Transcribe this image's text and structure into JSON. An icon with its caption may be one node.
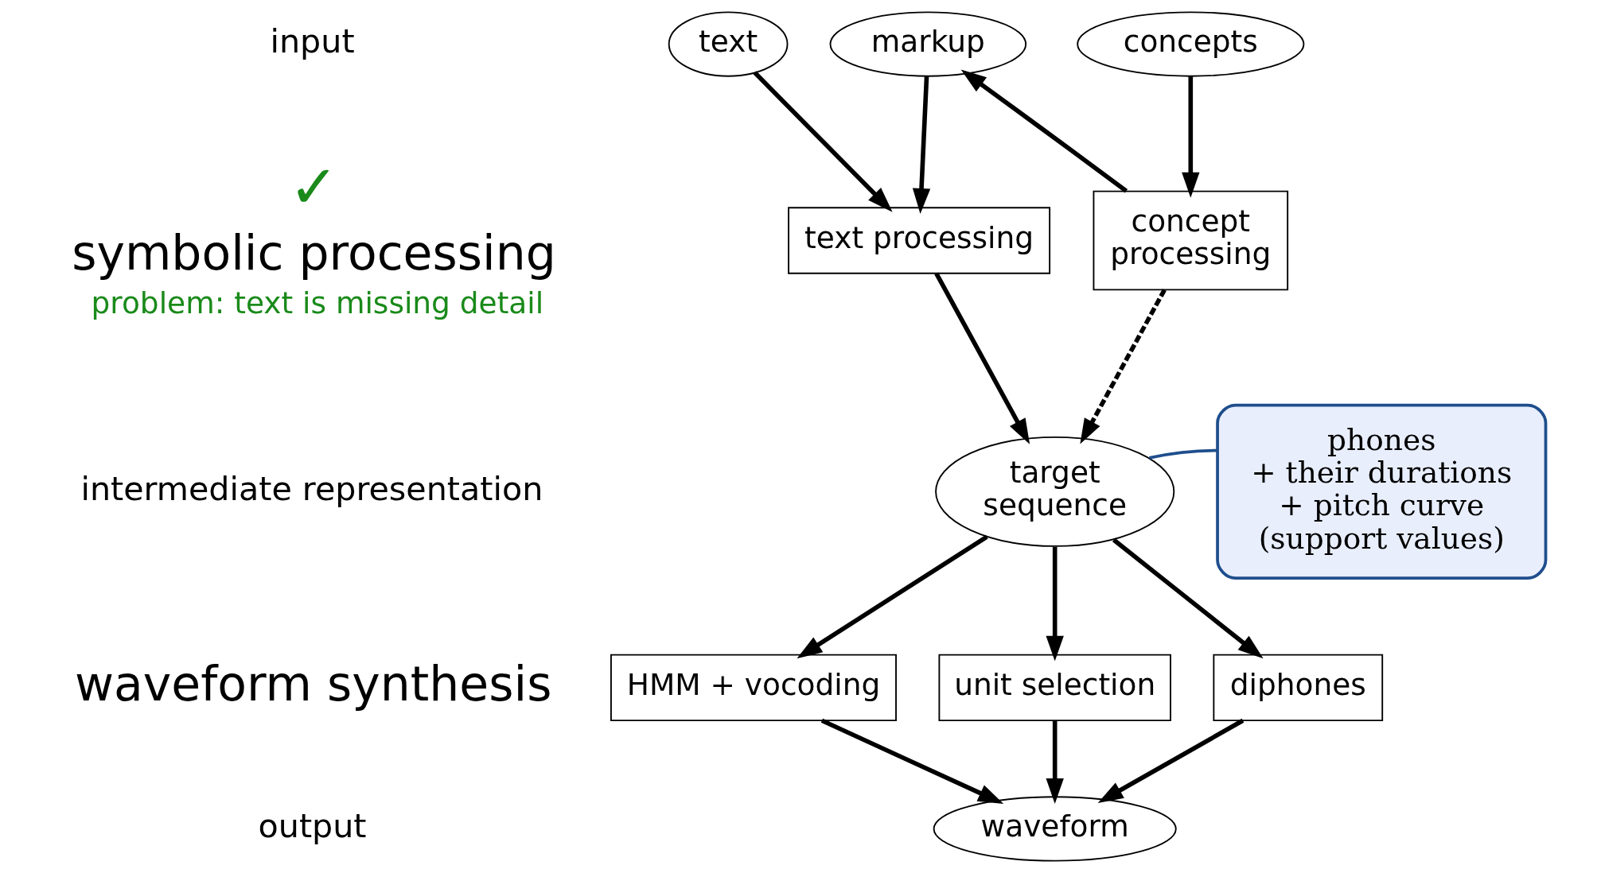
{
  "diagram": {
    "nodes": [
      {
        "text": [
          "text"
        ]
      },
      {
        "text": [
          "markup"
        ]
      },
      {
        "text": [
          "concepts"
        ]
      },
      {
        "text": [
          "text processing"
        ]
      },
      {
        "text": [
          "concept processing"
        ]
      },
      {
        "text": [
          "target sequence"
        ]
      },
      {
        "text": [
          "HMM + vocoding"
        ]
      },
      {
        "text": [
          "unit selection"
        ]
      },
      {
        "text": [
          "diphones"
        ]
      },
      {
        "text": [
          "waveform"
        ]
      },
      {
        "text": [
          "phones + their durations + pitch curve (support values)"
        ]
      }
    ],
    "edges": [
      {
        "from": 0,
        "to": 3,
        "arrow": "to"
      },
      {
        "from": 1,
        "to": 3,
        "arrow": "to"
      },
      {
        "from": 4,
        "to": 1,
        "arrow": "to"
      },
      {
        "from": 2,
        "to": 4,
        "arrow": "to"
      },
      {
        "from": 3,
        "to": 5,
        "arrow": "to"
      },
      {
        "from": 4,
        "to": 5,
        "arrow": "to",
        "style": "dashed"
      },
      {
        "from": 5,
        "to": 6,
        "arrow": "to"
      },
      {
        "from": 5,
        "to": 7,
        "arrow": "to"
      },
      {
        "from": 5,
        "to": 8,
        "arrow": "to"
      },
      {
        "from": 6,
        "to": 9,
        "arrow": "to"
      },
      {
        "from": 7,
        "to": 9,
        "arrow": "to"
      },
      {
        "from": 8,
        "to": 9,
        "arrow": "to"
      },
      {
        "from": 10,
        "to": 5,
        "arrow": "none",
        "color": "#1f4e8c"
      }
    ],
    "labels": [
      "input",
      "✓",
      "symbolic processing",
      "problem: text is missing detail",
      "intermediate representation",
      "waveform synthesis",
      "output"
    ]
  }
}
